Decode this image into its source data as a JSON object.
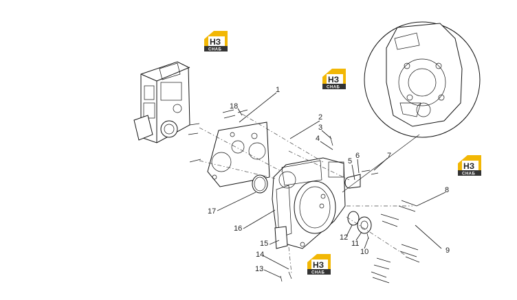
{
  "callouts": [
    {
      "id": "c1",
      "text": "1"
    },
    {
      "id": "c2",
      "text": "2"
    },
    {
      "id": "c3",
      "text": "3"
    },
    {
      "id": "c4",
      "text": "4"
    },
    {
      "id": "c5",
      "text": "5"
    },
    {
      "id": "c6",
      "text": "6"
    },
    {
      "id": "c7",
      "text": "7"
    },
    {
      "id": "c8",
      "text": "8"
    },
    {
      "id": "c9",
      "text": "9"
    },
    {
      "id": "c10",
      "text": "10"
    },
    {
      "id": "c11",
      "text": "11"
    },
    {
      "id": "c12",
      "text": "12"
    },
    {
      "id": "c13",
      "text": "13"
    },
    {
      "id": "c14",
      "text": "14"
    },
    {
      "id": "c15",
      "text": "15"
    },
    {
      "id": "c16",
      "text": "16"
    },
    {
      "id": "c17",
      "text": "17"
    },
    {
      "id": "c18",
      "text": "18"
    }
  ],
  "watermark": {
    "brand_letters": "HЗ",
    "brand_caption": "СНАБ",
    "color_yellow": "#f2b705",
    "color_dark": "#333333"
  },
  "colors": {
    "line": "#111111",
    "background": "#ffffff"
  }
}
